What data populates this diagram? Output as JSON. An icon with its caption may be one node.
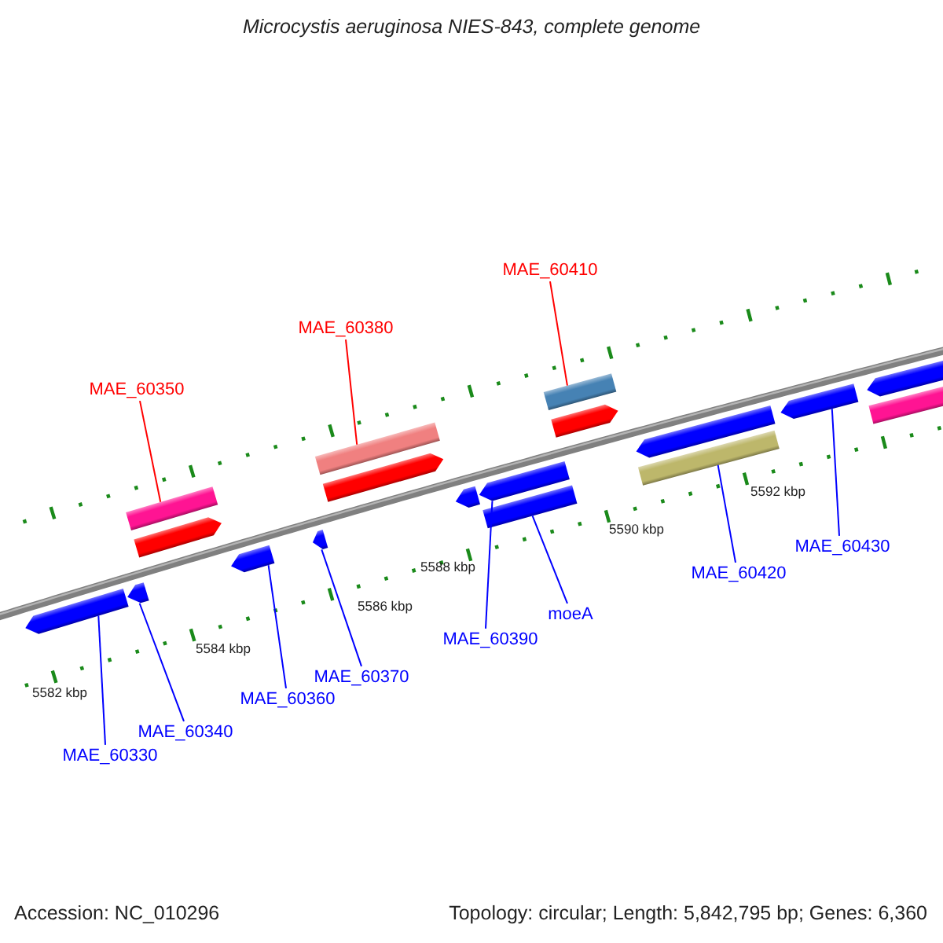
{
  "diagram": {
    "title": "Microcystis aeruginosa NIES-843, complete genome",
    "nodes": [
      {
        "text": [
          "MAE_60410"
        ]
      },
      {
        "text": [
          "MAE_60380"
        ]
      },
      {
        "text": [
          "MAE_60350"
        ]
      },
      {
        "text": [],
        "shape": "bar"
      },
      {
        "text": [],
        "shape": "arrow"
      },
      {
        "text": [],
        "shape": "arrow"
      },
      {
        "text": [],
        "shape": "arrow"
      },
      {
        "text": [],
        "shape": "arrow"
      },
      {
        "text": [],
        "shape": "arrow"
      },
      {
        "text": [],
        "shape": "bar"
      },
      {
        "text": [],
        "shape": "arrow"
      },
      {
        "text": [],
        "shape": "arrow"
      },
      {
        "text": [],
        "shape": "arrow"
      },
      {
        "text": [],
        "shape": "bar"
      },
      {
        "text": [],
        "shape": "bar"
      },
      {
        "text": [],
        "shape": "arrow"
      },
      {
        "text": [],
        "shape": "arrow"
      },
      {
        "text": [],
        "shape": "bar"
      },
      {
        "text": [],
        "shape": "arrow"
      },
      {
        "text": [],
        "shape": "arrow"
      },
      {
        "text": [],
        "shape": "bar"
      },
      {
        "text": [
          "MAE_60430"
        ]
      },
      {
        "text": [
          "MAE_60420"
        ]
      },
      {
        "text": [
          "moeA"
        ]
      },
      {
        "text": [
          "MAE_60390"
        ]
      },
      {
        "text": [
          "MAE_60370"
        ]
      },
      {
        "text": [
          "MAE_60360"
        ]
      },
      {
        "text": [
          "MAE_60340"
        ]
      },
      {
        "text": [
          "MAE_60330"
        ]
      }
    ],
    "edges": [
      {
        "from": 0,
        "to": 14,
        "arrow": "none",
        "color": "#ff0000"
      },
      {
        "from": 1,
        "to": 9,
        "arrow": "none",
        "color": "#ff0000"
      },
      {
        "from": 2,
        "to": 3,
        "arrow": "none",
        "color": "#ff0000"
      },
      {
        "from": 21,
        "to": 18,
        "arrow": "none"
      },
      {
        "from": 22,
        "to": 17,
        "arrow": "none"
      },
      {
        "from": 23,
        "to": 13,
        "arrow": "none"
      },
      {
        "from": 24,
        "to": 12,
        "arrow": "none"
      },
      {
        "from": 25,
        "to": 8,
        "arrow": "none"
      },
      {
        "from": 26,
        "to": 7,
        "arrow": "none"
      },
      {
        "from": 27,
        "to": 6,
        "arrow": "none"
      },
      {
        "from": 28,
        "to": 5,
        "arrow": "none"
      }
    ],
    "labels": [
      "5582 kbp",
      "5584 kbp",
      "5586 kbp",
      "5588 kbp",
      "5590 kbp",
      "5592 kbp",
      "Accession: NC_010296",
      "Topology: circular; Length: 5,842,795 bp; Genes: 6,360"
    ]
  }
}
